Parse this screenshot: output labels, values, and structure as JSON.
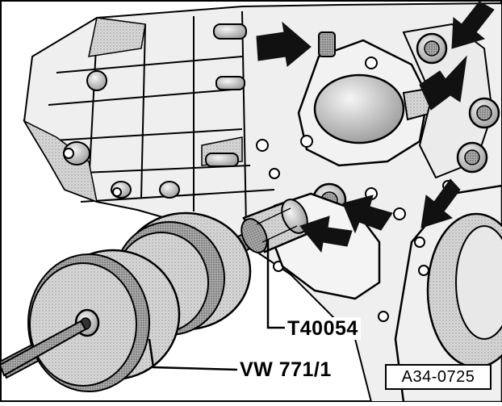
{
  "labels": {
    "tool": "T40054",
    "puller": "VW 771/1",
    "reference": "A34-0725"
  },
  "colors": {
    "line": "#000000",
    "housing_fill": "#e9e9e9",
    "shade": "#b5b5b5",
    "arrow": "#111111"
  },
  "icons": {
    "arrow": "direction-arrow-icon",
    "bolt": "bolt-icon"
  }
}
